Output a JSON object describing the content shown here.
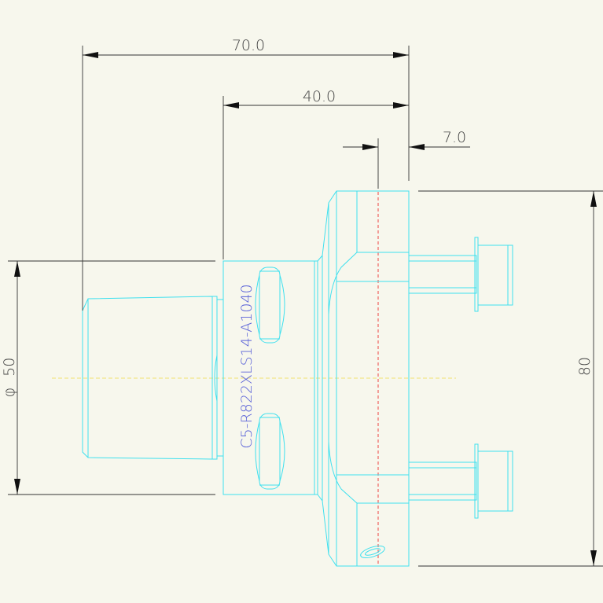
{
  "dimensions": {
    "overall_length": "70.0",
    "flange_offset": "40.0",
    "slot_offset": "7.0",
    "diameter_symbol": "φ",
    "diameter_value": "50",
    "height": "80"
  },
  "part": {
    "designation": "C5-R822XLS14-A1040"
  },
  "colors": {
    "background": "#f7f7ed",
    "part_lines": "#3fe0ee",
    "dimension_lines": "#333333",
    "part_label": "#5a62d8",
    "centerline_horizontal": "#f0e070",
    "centerline_vertical": "#ee4444"
  }
}
